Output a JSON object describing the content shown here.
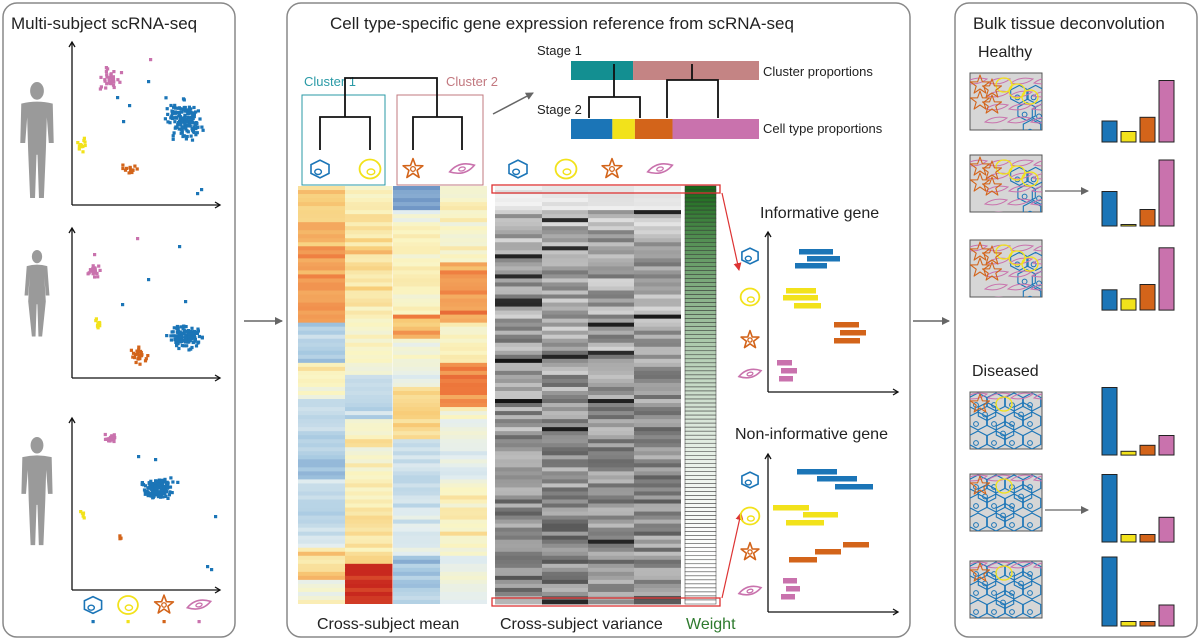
{
  "panels": {
    "left_title": "Multi-subject scRNA-seq",
    "middle_title": "Cell type-specific gene expression reference from scRNA-seq",
    "right_title": "Bulk tissue deconvolution"
  },
  "labels": {
    "cluster1": "Cluster 1",
    "cluster2": "Cluster 2",
    "stage1": "Stage 1",
    "stage2": "Stage 2",
    "cluster_proportions": "Cluster proportions",
    "cell_type_proportions": "Cell type proportions",
    "informative_gene": "Informative gene",
    "non_informative_gene": "Non-informative gene",
    "cross_subject_mean": "Cross-subject mean",
    "cross_subject_variance": "Cross-subject variance",
    "weight": "Weight",
    "healthy": "Healthy",
    "diseased": "Diseased"
  },
  "colors": {
    "blue": "#1b75b7",
    "yellow": "#f2e21b",
    "orange": "#d3641a",
    "pink": "#c972ad",
    "teal": "#138f91",
    "mauve": "#c48484",
    "cluster1_color": "#2a9aa6",
    "cluster2_color": "#c2787f",
    "weight_green": "#2d7a2d",
    "panel_border": "#888888"
  },
  "cell_types": [
    {
      "name": "blue-cell-icon",
      "color": "#1b75b7"
    },
    {
      "name": "yellow-cell-icon",
      "color": "#f2e21b"
    },
    {
      "name": "orange-star-cell-icon",
      "color": "#d3641a"
    },
    {
      "name": "pink-elongated-cell-icon",
      "color": "#c972ad"
    }
  ],
  "cluster_proportions": [
    {
      "cluster": "Cluster 1",
      "fraction": 0.33,
      "color": "#138f91"
    },
    {
      "cluster": "Cluster 2",
      "fraction": 0.67,
      "color": "#c48484"
    }
  ],
  "cell_type_proportions": [
    {
      "type": "blue",
      "fraction": 0.22
    },
    {
      "type": "yellow",
      "fraction": 0.12
    },
    {
      "type": "orange",
      "fraction": 0.2
    },
    {
      "type": "pink",
      "fraction": 0.46
    }
  ],
  "healthy_bars": [
    [
      0.28,
      0.14,
      0.33,
      0.82
    ],
    [
      0.46,
      0.02,
      0.22,
      0.88
    ],
    [
      0.27,
      0.15,
      0.34,
      0.83
    ]
  ],
  "diseased_bars": [
    [
      0.9,
      0.05,
      0.13,
      0.26
    ],
    [
      0.9,
      0.1,
      0.1,
      0.33
    ],
    [
      0.92,
      0.06,
      0.06,
      0.28
    ]
  ]
}
